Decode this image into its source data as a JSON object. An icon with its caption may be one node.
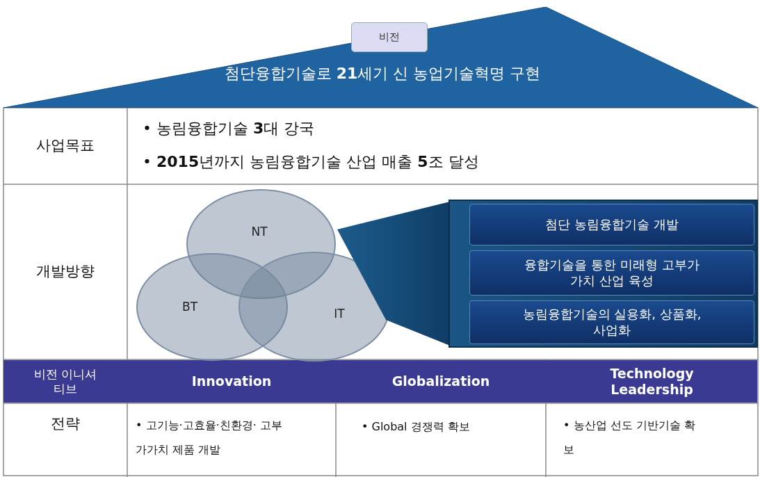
{
  "diagram": {
    "nodes": [
      {
        "text": [
          "첨단융합기술로 **21**세기 신 농업기술혁명 구현"
        ]
      },
      {
        "text": [
          "비전"
        ],
        "in": 0
      },
      {
        "text": [
          "NT"
        ]
      },
      {
        "text": [
          "BT"
        ]
      },
      {
        "text": [
          "IT"
        ]
      },
      {
        "text": [],
        "shape": "box"
      },
      {
        "text": [
          "첨단 농림융합기술 개발"
        ],
        "in": 5
      },
      {
        "text": [
          "융합기술을 통한 미래형 고부가가치 산업 육성"
        ],
        "in": 5
      },
      {
        "text": [
          "농림융합기술의 실용화, 상품화, 사업화"
        ],
        "in": 5
      }
    ],
    "edges": [],
    "labels": [
      "사업목표",
      "• 농림융합기술 **3**대 강국",
      "• **2015**년까지 농림융합기술 산업 매출 **5**조 달성",
      "개발방향",
      "비전 이니셔티브",
      "Innovation",
      "Globalization",
      "Technology Leadership",
      "전략",
      "• 고기능·고효율·친환경· 고부가가치 제품 개발",
      "• Global 경쟁력 확보",
      "• 농산업 선도 기반기술 확보"
    ]
  }
}
